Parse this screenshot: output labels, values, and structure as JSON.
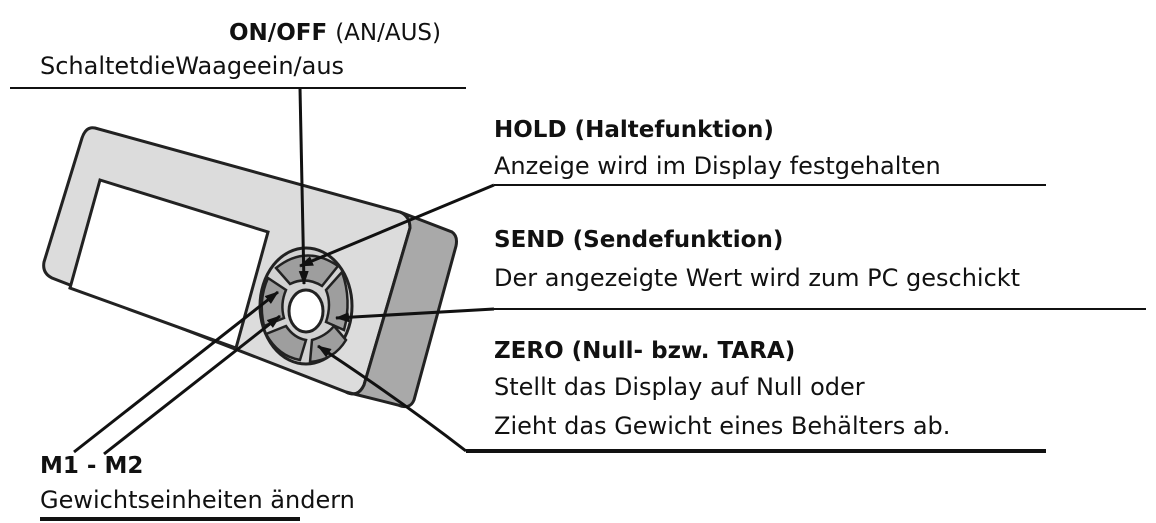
{
  "labels": {
    "on_off": {
      "title": "ON/OFF",
      "title_suffix": "(AN/AUS)",
      "description": "SchaltetdieWaageein/aus"
    },
    "hold": {
      "title": "HOLD (Haltefunktion)",
      "description": "Anzeige wird im Display festgehalten"
    },
    "send": {
      "title": "SEND (Sendefunktion)",
      "description": "Der angezeigte Wert wird zum PC geschickt"
    },
    "zero": {
      "title": "ZERO (Null- bzw. TARA)",
      "description_line1": "Stellt das Display auf Null oder",
      "description_line2": "Zieht das Gewicht eines Behälters ab."
    },
    "m1_m2": {
      "title": "M1 - M2",
      "description": "Gewichtseinheiten ändern"
    }
  },
  "colors": {
    "line": "#111111",
    "device_body": "#dcdcdc",
    "device_shadow": "#a9a9a9",
    "button": "#9e9e9e"
  }
}
